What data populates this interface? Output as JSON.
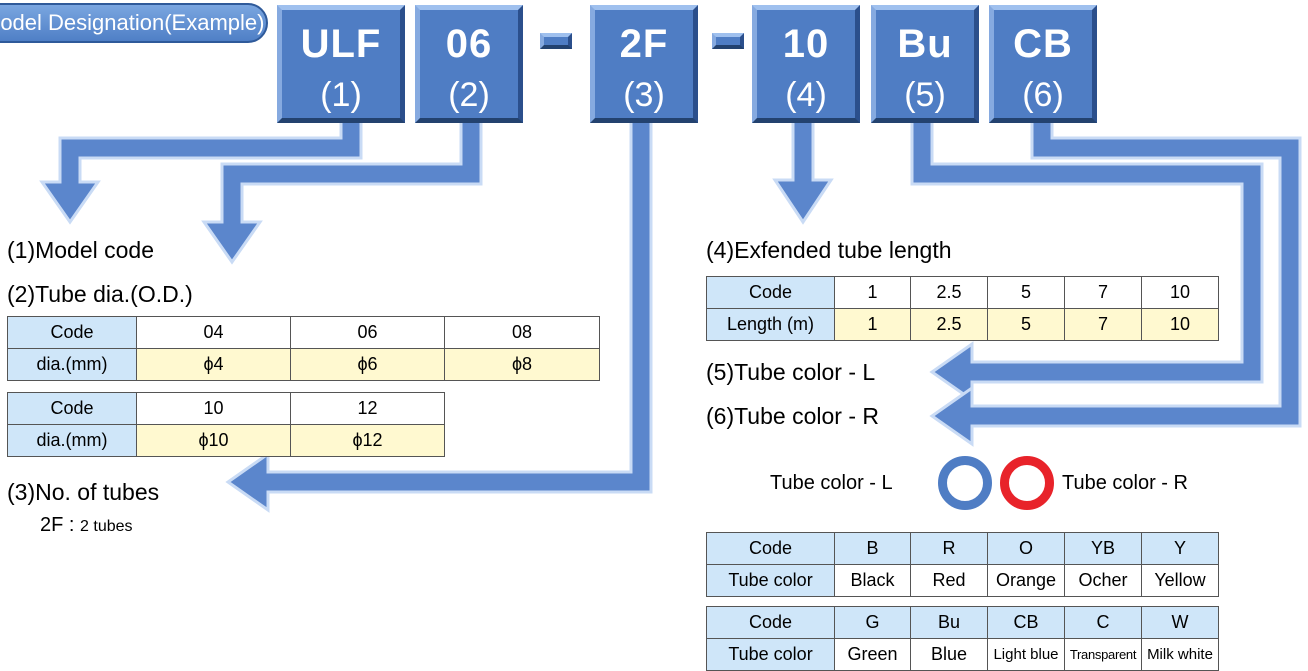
{
  "title": "Model Designation(Example)",
  "colors": {
    "box_fill": "#4f7dc4",
    "arrow_fill": "#5b86cc",
    "table_head": "#cfe6f9",
    "table_value": "#fff9d0",
    "ring_left": "#4f7dc4",
    "ring_right": "#e8232a"
  },
  "codes": [
    {
      "code": "ULF",
      "num": "(1)"
    },
    {
      "code": "06",
      "num": "(2)"
    },
    {
      "code": "2F",
      "num": "(3)"
    },
    {
      "code": "10",
      "num": "(4)"
    },
    {
      "code": "Bu",
      "num": "(5)"
    },
    {
      "code": "CB",
      "num": "(6)"
    }
  ],
  "labels": {
    "model_code": "(1)Model code",
    "tube_dia": "(2)Tube dia.(O.D.)",
    "no_tubes": "(3)No. of tubes",
    "no_tubes_example_code": "2F",
    "no_tubes_example_sep": ":",
    "no_tubes_example_desc": "2 tubes",
    "ext_length": "(4)Exfended tube length",
    "color_l": "(5)Tube color - L",
    "color_r": "(6)Tube color - R",
    "ring_left": "Tube color - L",
    "ring_right": "Tube color - R"
  },
  "dia_table1": {
    "head": [
      "Code",
      "dia.(mm)"
    ],
    "codes": [
      "04",
      "06",
      "08"
    ],
    "values": [
      "ϕ4",
      "ϕ6",
      "ϕ8"
    ]
  },
  "dia_table2": {
    "head": [
      "Code",
      "dia.(mm)"
    ],
    "codes": [
      "10",
      "12"
    ],
    "values": [
      "ϕ10",
      "ϕ12"
    ]
  },
  "length_table": {
    "head": [
      "Code",
      "Length (m)"
    ],
    "codes": [
      "1",
      "2.5",
      "5",
      "7",
      "10"
    ],
    "values": [
      "1",
      "2.5",
      "5",
      "7",
      "10"
    ]
  },
  "color_table1": {
    "head": [
      "Code",
      "Tube color"
    ],
    "codes": [
      "B",
      "R",
      "O",
      "YB",
      "Y"
    ],
    "values": [
      "Black",
      "Red",
      "Orange",
      "Ocher",
      "Yellow"
    ]
  },
  "color_table2": {
    "head": [
      "Code",
      "Tube color"
    ],
    "codes": [
      "G",
      "Bu",
      "CB",
      "C",
      "W"
    ],
    "values": [
      "Green",
      "Blue",
      "Light blue",
      "Transparent",
      "Milk white"
    ]
  }
}
